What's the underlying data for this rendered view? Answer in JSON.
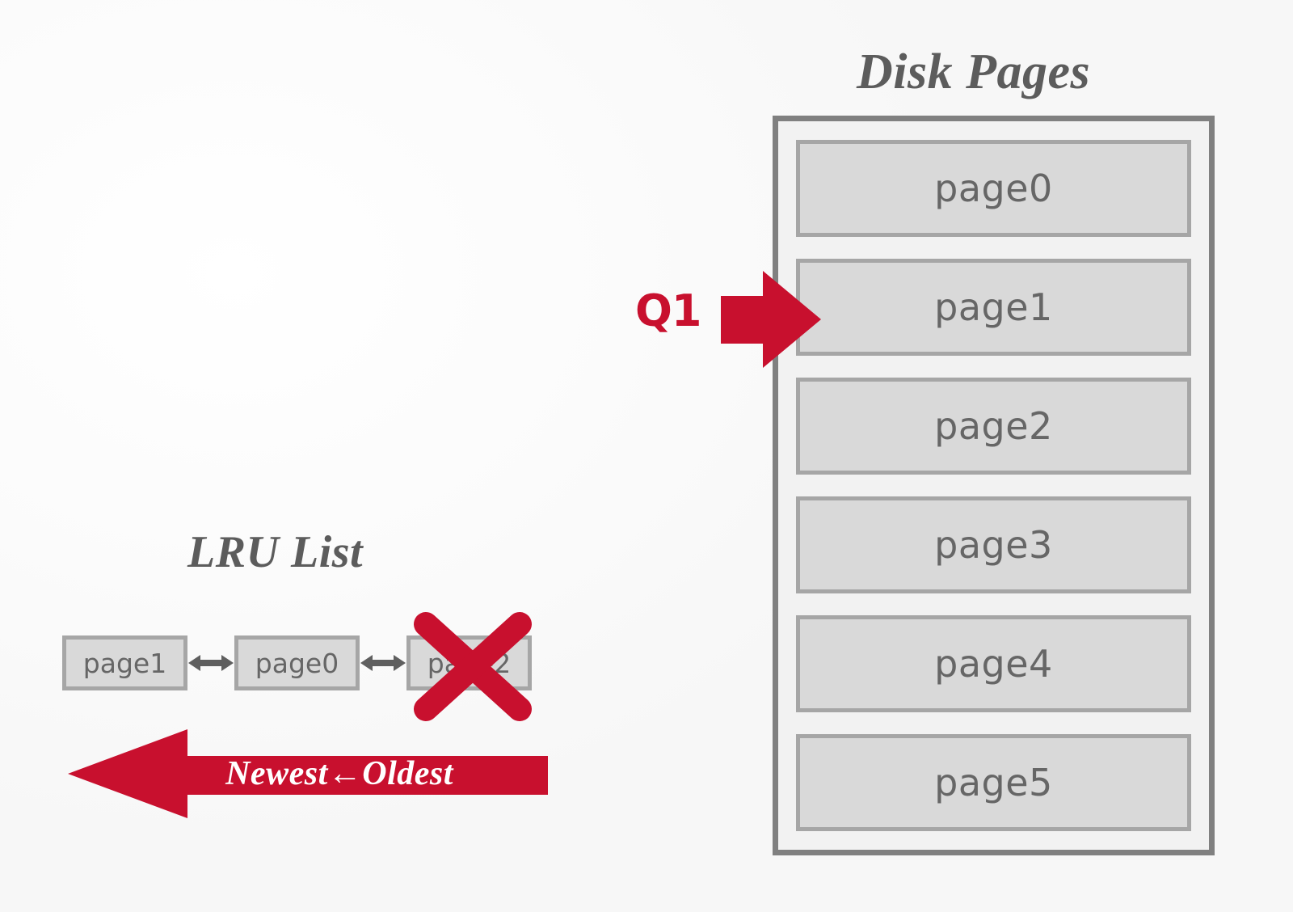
{
  "colors": {
    "accent_red": "#c8102e",
    "title_gray": "#5c5c5c",
    "box_fill": "#d9d9d9",
    "box_border": "#a6a6a6",
    "container_fill": "#f2f2f2",
    "container_border": "#808080",
    "label_gray": "#666666"
  },
  "disk": {
    "title": "Disk Pages",
    "pages": [
      {
        "label": "page0"
      },
      {
        "label": "page1"
      },
      {
        "label": "page2"
      },
      {
        "label": "page3"
      },
      {
        "label": "page4"
      },
      {
        "label": "page5"
      }
    ]
  },
  "query": {
    "label": "Q1",
    "target_page": "page1",
    "direction": "right"
  },
  "lru": {
    "title": "LRU List",
    "nodes": [
      {
        "label": "page1",
        "evicted": false
      },
      {
        "label": "page0",
        "evicted": false
      },
      {
        "label": "page2",
        "evicted": true
      }
    ],
    "links": [
      {
        "type": "double-arrow"
      },
      {
        "type": "double-arrow"
      }
    ],
    "recency_arrow": {
      "label": "Newest←Oldest",
      "direction": "left"
    }
  }
}
